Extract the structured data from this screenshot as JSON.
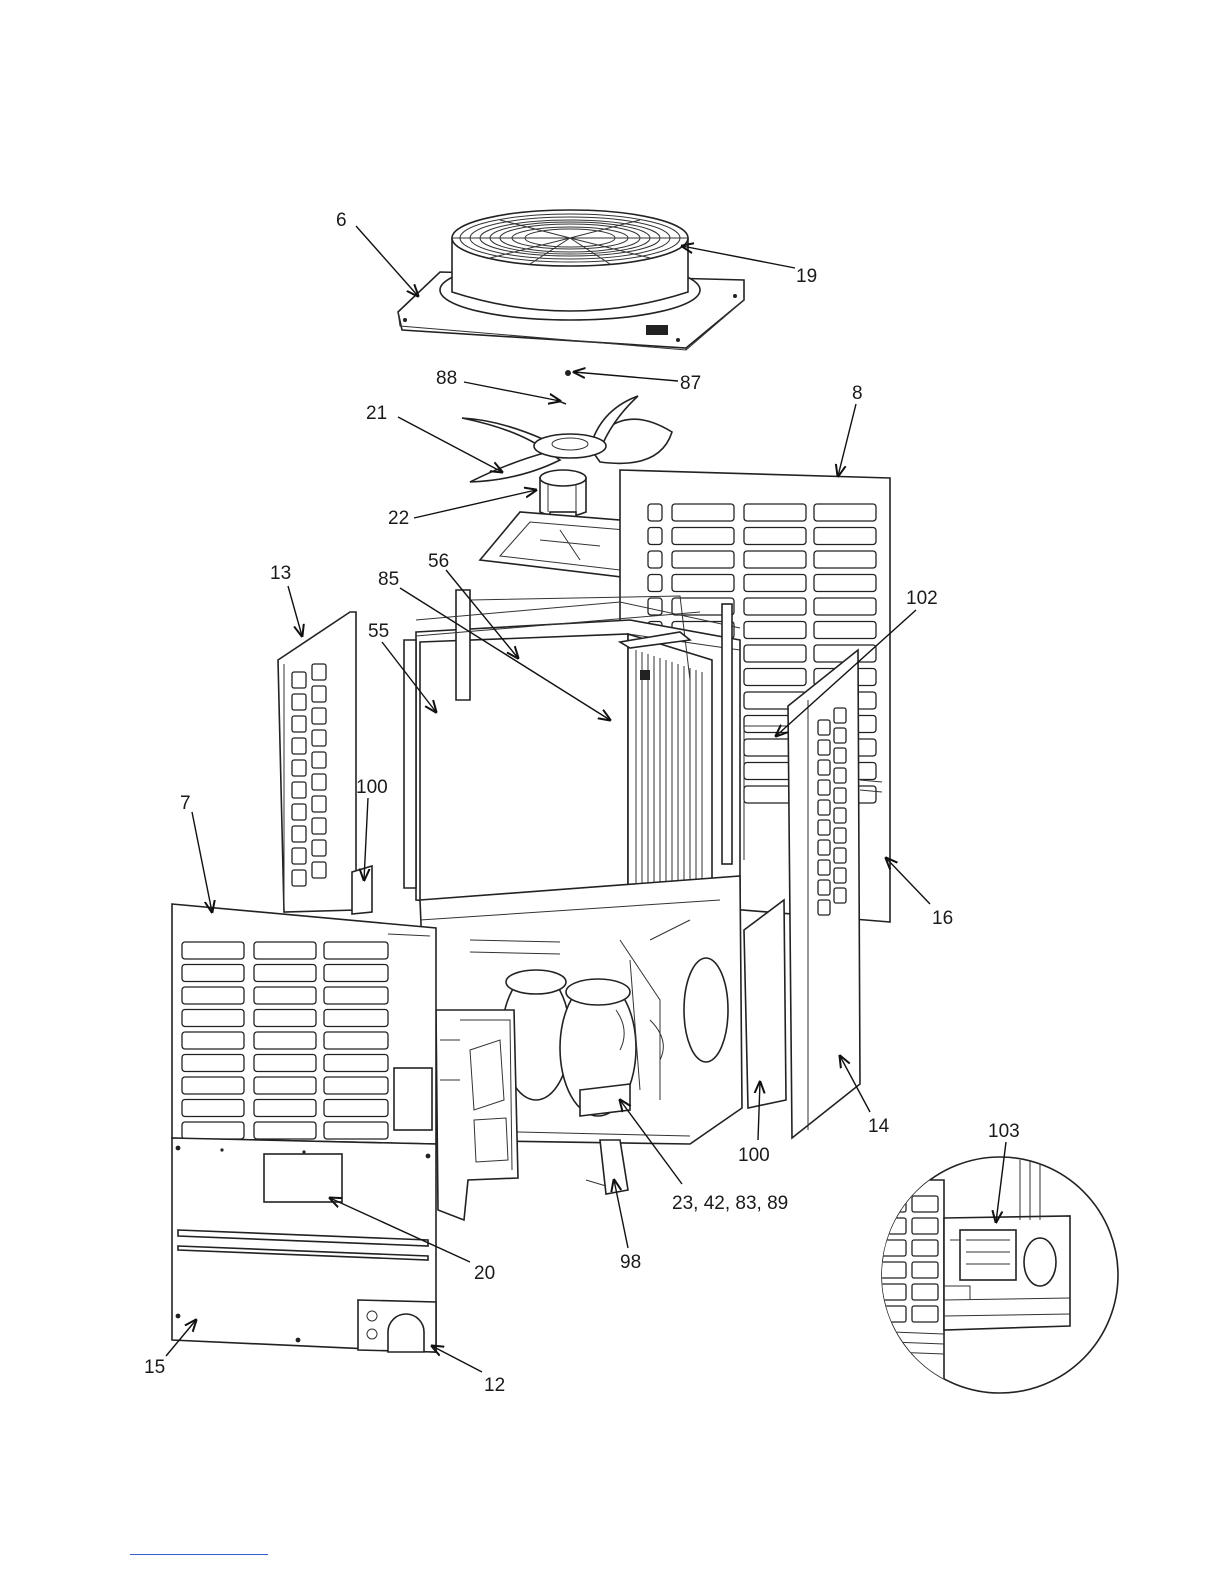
{
  "callouts": [
    {
      "id": "6",
      "label": "6"
    },
    {
      "id": "19",
      "label": "19"
    },
    {
      "id": "88",
      "label": "88"
    },
    {
      "id": "87",
      "label": "87"
    },
    {
      "id": "8",
      "label": "8"
    },
    {
      "id": "21",
      "label": "21"
    },
    {
      "id": "22",
      "label": "22"
    },
    {
      "id": "13",
      "label": "13"
    },
    {
      "id": "85",
      "label": "85"
    },
    {
      "id": "56",
      "label": "56"
    },
    {
      "id": "55",
      "label": "55"
    },
    {
      "id": "102",
      "label": "102"
    },
    {
      "id": "100a",
      "label": "100"
    },
    {
      "id": "7",
      "label": "7"
    },
    {
      "id": "16",
      "label": "16"
    },
    {
      "id": "14",
      "label": "14"
    },
    {
      "id": "100b",
      "label": "100"
    },
    {
      "id": "103",
      "label": "103"
    },
    {
      "id": "23",
      "label": "23, 42, 83, 89"
    },
    {
      "id": "20",
      "label": "20"
    },
    {
      "id": "98",
      "label": "98"
    },
    {
      "id": "15",
      "label": "15"
    },
    {
      "id": "12",
      "label": "12"
    }
  ]
}
